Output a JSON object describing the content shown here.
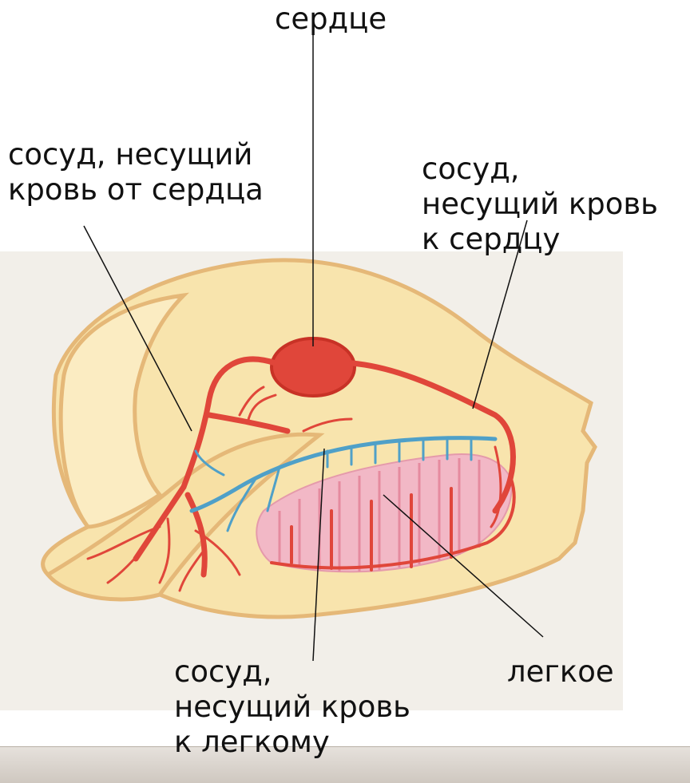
{
  "labels": {
    "heart": "сердце",
    "vessel_from_heart": [
      "сосуд, несущий",
      "кровь от сердца"
    ],
    "vessel_to_heart": [
      "сосуд,",
      "несущий кровь",
      "к сердцу"
    ],
    "lung": "легкое",
    "vessel_to_lung": [
      "сосуд,",
      "несущий кровь",
      "к легкому"
    ]
  },
  "colors": {
    "artery": "#e0463a",
    "vein": "#4fa0c8",
    "body_fill": "#f8e4ad",
    "body_outline": "#e5b878",
    "lung_fill": "#f2b8c6"
  }
}
